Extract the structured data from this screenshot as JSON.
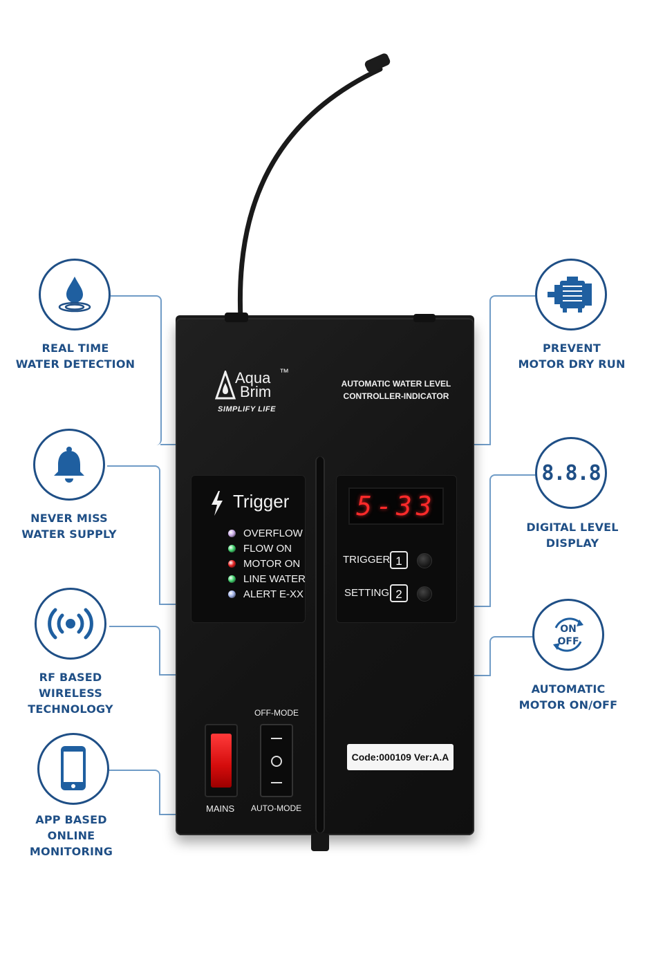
{
  "colors": {
    "accent": "#1f4f86",
    "connector": "#6f9bc6",
    "device_body": "#1a1a1a",
    "segment_red": "#ff2a2a",
    "mains_red": "#e01010"
  },
  "features_left": [
    {
      "icon": "water-drop-icon",
      "label_lines": [
        "REAL TIME",
        "WATER DETECTION"
      ]
    },
    {
      "icon": "bell-icon",
      "label_lines": [
        "NEVER MISS",
        "WATER SUPPLY"
      ]
    },
    {
      "icon": "wireless-signal-icon",
      "label_lines": [
        "RF BASED",
        "WIRELESS",
        "TECHNOLOGY"
      ]
    },
    {
      "icon": "smartphone-icon",
      "label_lines": [
        "APP BASED",
        "ONLINE",
        "MONITORING"
      ]
    }
  ],
  "features_right": [
    {
      "icon": "motor-icon",
      "label_lines": [
        "PREVENT",
        "MOTOR DRY RUN"
      ]
    },
    {
      "icon": "digital-display-icon",
      "icon_text": "8.8.8",
      "label_lines": [
        "DIGITAL LEVEL",
        "DISPLAY"
      ]
    },
    {
      "icon": "on-off-cycle-icon",
      "icon_text_on": "ON",
      "icon_text_off": "OFF",
      "label_lines": [
        "AUTOMATIC",
        "MOTOR ON/OFF"
      ]
    }
  ],
  "device": {
    "brand_line1": "Aqua",
    "brand_line2": "Brim",
    "brand_tm": "™",
    "tagline": "SIMPLIFY LIFE",
    "product_title_line1": "AUTOMATIC WATER LEVEL",
    "product_title_line2": "CONTROLLER-INDICATOR",
    "trigger_panel_title": "Trigger",
    "leds": [
      {
        "label": "OVERFLOW",
        "color": "#c9a9e6"
      },
      {
        "label": "FLOW ON",
        "color": "#3fd16b"
      },
      {
        "label": "MOTOR ON",
        "color": "#e52020"
      },
      {
        "label": "LINE WATER",
        "color": "#3fd16b"
      },
      {
        "label": "ALERT E-XX",
        "color": "#9fb0e6"
      }
    ],
    "segment_display": "5-33",
    "buttons": [
      {
        "label": "TRIGGER",
        "number": "1"
      },
      {
        "label": "SETTING",
        "number": "2"
      }
    ],
    "switch_top_label": "OFF-MODE",
    "switch_bottom_label": "AUTO-MODE",
    "mains_label": "MAINS",
    "code_label": "Code:000109 Ver:A.A"
  }
}
